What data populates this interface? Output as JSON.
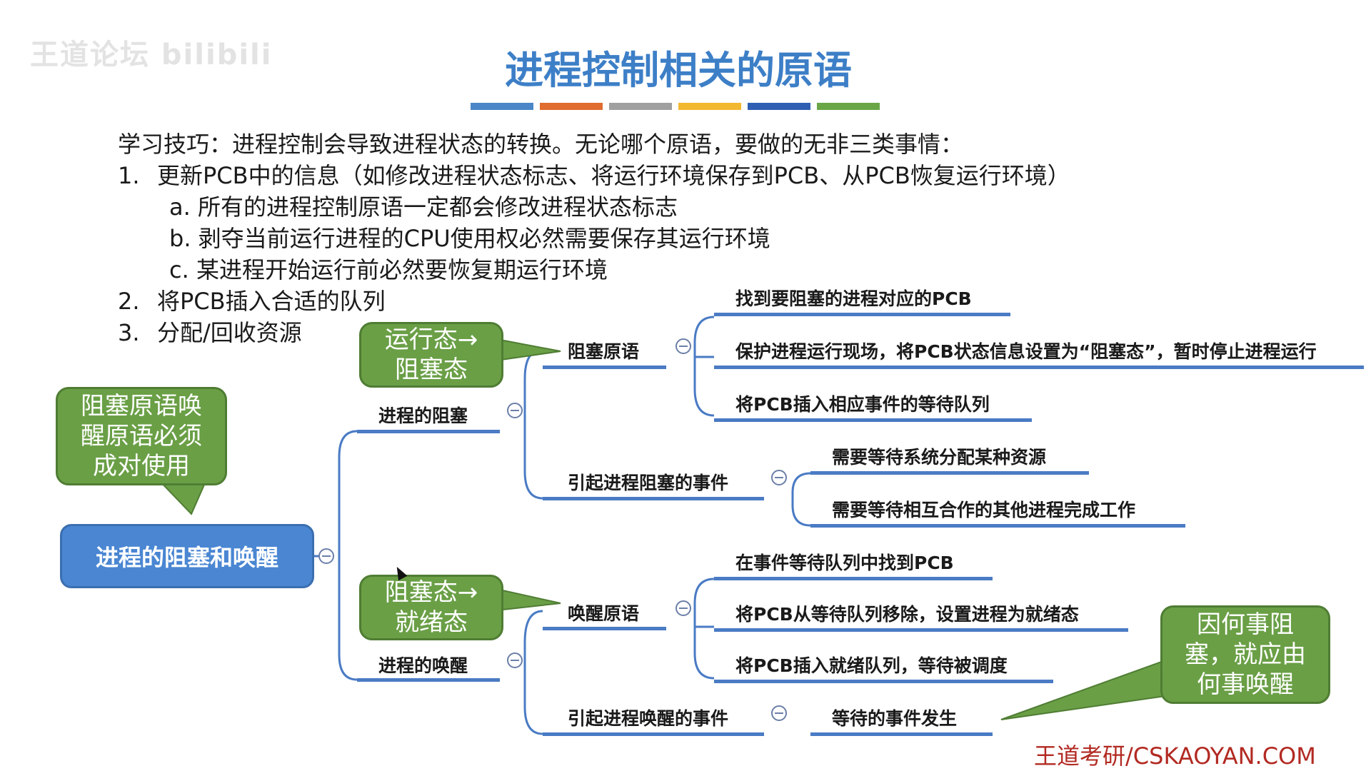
{
  "watermark": "王道论坛 bilibili",
  "title": "进程控制相关的原语",
  "color_bar": [
    "#4a86c8",
    "#e06c2f",
    "#a0a0a0",
    "#f2b830",
    "#2f5fb3",
    "#6aa645"
  ],
  "tips": {
    "intro": "学习技巧：进程控制会导致进程状态的转换。无论哪个原语，要做的无非三类事情：",
    "items": [
      {
        "num": "1.",
        "text": "更新PCB中的信息（如修改进程状态标志、将运行环境保存到PCB、从PCB恢复运行环境）"
      },
      {
        "num": "a.",
        "text": "所有的进程控制原语一定都会修改进程状态标志"
      },
      {
        "num": "b.",
        "text": "剥夺当前运行进程的CPU使用权必然需要保存其运行环境"
      },
      {
        "num": "c.",
        "text": "某进程开始运行前必然要恢复期运行环境"
      },
      {
        "num": "2.",
        "text": "将PCB插入合适的队列"
      },
      {
        "num": "3.",
        "text": "分配/回收资源"
      }
    ]
  },
  "mindmap": {
    "root": "进程的阻塞和唤醒",
    "block": {
      "label": "进程的阻塞",
      "primitive": "阻塞原语",
      "primitive_steps": [
        "找到要阻塞的进程对应的PCB",
        "保护进程运行现场，将PCB状态信息设置为“阻塞态”，暂时停止进程运行",
        "将PCB插入相应事件的等待队列"
      ],
      "events_label": "引起进程阻塞的事件",
      "events": [
        "需要等待系统分配某种资源",
        "需要等待相互合作的其他进程完成工作"
      ]
    },
    "wakeup": {
      "label": "进程的唤醒",
      "primitive": "唤醒原语",
      "primitive_steps": [
        "在事件等待队列中找到PCB",
        "将PCB从等待队列移除，设置进程为就绪态",
        "将PCB插入就绪队列，等待被调度"
      ],
      "events_label": "引起进程唤醒的事件",
      "events": [
        "等待的事件发生"
      ]
    }
  },
  "callouts": {
    "pair": "阻塞原语唤醒原语必须成对使用",
    "run_to_block": "运行态→阻塞态",
    "block_to_ready": "阻塞态→就绪态",
    "cause": "因何事阻塞，就应由何事唤醒"
  },
  "footer": "王道考研/CSKAOYAN.COM"
}
